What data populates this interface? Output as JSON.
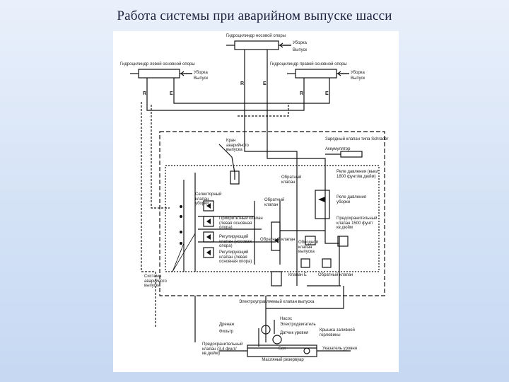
{
  "title": "Работа системы при аварийном выпуске шасси",
  "diagram": {
    "cylinders": {
      "nose": "Гидроцилиндр носовой опоры",
      "left": "Гидроцилиндр левой основной опоры",
      "right": "Гидроцилиндр правой основной опоры",
      "retract": "Уборка",
      "extend": "Выпуск"
    },
    "ports": {
      "r": "R",
      "e": "E"
    },
    "components": {
      "emergency_valve": "Кран аварийного выпуска",
      "charging_valve": "Зарядный клапан типа Schrader",
      "accumulator": "Аккумулятор",
      "check_valve_1": "Обратный клапан",
      "selector_valve": "Селекторный клапан уборки",
      "priority_valve": "Приоритетный клапан (левая основная опора)",
      "restrictor_valve_1": "Регулирующий клапан (носовая опора)",
      "restrictor_valve_2": "Регулирующий клапан (левая основная опора)",
      "pressure_switch": "Реле давления (выкл 1800 фунт/кв.дюйм)",
      "pressure_switch_2": "Реле давления уборки",
      "check_valve_2": "Обратный клапан",
      "relief_valve": "Предохранительный клапан 1500 фунт/кв.дюйм",
      "sequence_valve": "Обратный клапан",
      "valve_e": "Клапан E",
      "valve_f": "Обратный клапан",
      "bypass_valve": "Обводной клапан выпуска",
      "electric_valve": "Электроуправляемый клапан выпуска",
      "drain_plug": "Дренаж",
      "filter": "Фильтр",
      "pump_motor": "Насос",
      "pump": "Электродвигатель",
      "overpressure": "Датчик уровня",
      "tank_label": "Бак",
      "reservoir": "Масляный резервуар",
      "fill_cap": "Крышка заливной горловины",
      "level_sensor": "Указатель уровня",
      "rel_valve_tank": "Предохранительный клапан (3,4 фунт/кв.дюйм)",
      "emergency_lever": "Система аварийного выпуска"
    }
  }
}
